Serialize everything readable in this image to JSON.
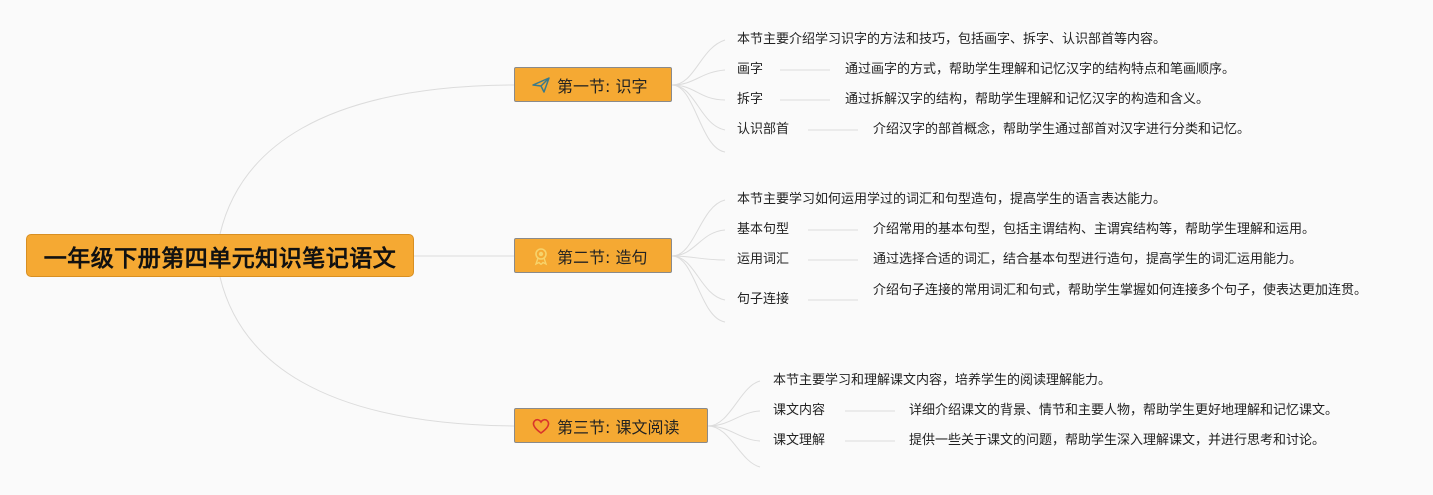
{
  "root": {
    "title": "一年级下册第四单元知识笔记语文"
  },
  "colors": {
    "node_fill": "#f5a933",
    "line": "#d9d9d9"
  },
  "sections": [
    {
      "title": "第一节: 识字",
      "icon": "paper-plane-icon",
      "summary": "本节主要介绍学习识字的方法和技巧，包括画字、拆字、认识部首等内容。",
      "items": [
        {
          "label": "画字",
          "desc": "通过画字的方式，帮助学生理解和记忆汉字的结构特点和笔画顺序。"
        },
        {
          "label": "拆字",
          "desc": "通过拆解汉字的结构，帮助学生理解和记忆汉字的构造和含义。"
        },
        {
          "label": "认识部首",
          "desc": "介绍汉字的部首概念，帮助学生通过部首对汉字进行分类和记忆。"
        }
      ]
    },
    {
      "title": "第二节: 造句",
      "icon": "award-badge-icon",
      "summary": "本节主要学习如何运用学过的词汇和句型造句，提高学生的语言表达能力。",
      "items": [
        {
          "label": "基本句型",
          "desc": "介绍常用的基本句型，包括主谓结构、主谓宾结构等，帮助学生理解和运用。"
        },
        {
          "label": "运用词汇",
          "desc": "通过选择合适的词汇，结合基本句型进行造句，提高学生的词汇运用能力。"
        },
        {
          "label": "句子连接",
          "desc": "介绍句子连接的常用词汇和句式，帮助学生掌握如何连接多个句子，使表达更加连贯。"
        }
      ]
    },
    {
      "title": "第三节: 课文阅读",
      "icon": "heart-icon",
      "summary": "本节主要学习和理解课文内容，培养学生的阅读理解能力。",
      "items": [
        {
          "label": "课文内容",
          "desc": "详细介绍课文的背景、情节和主要人物，帮助学生更好地理解和记忆课文。"
        },
        {
          "label": "课文理解",
          "desc": "提供一些关于课文的问题，帮助学生深入理解课文，并进行思考和讨论。"
        }
      ]
    }
  ]
}
